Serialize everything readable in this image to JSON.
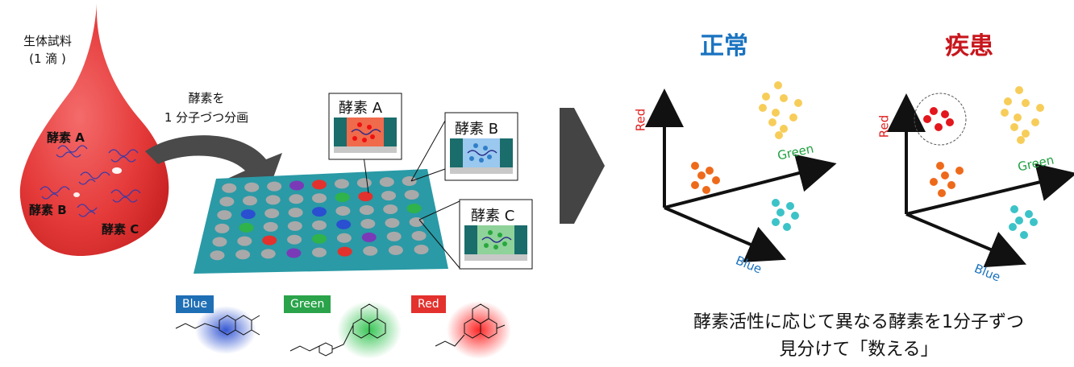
{
  "sample": {
    "line1": "生体試料",
    "line2": "(1 滴 )"
  },
  "step": {
    "line1": "酵素を",
    "line2": "1 分子づつ分画"
  },
  "drop_enzymes": {
    "a": "酵素 A",
    "b": "酵素 B",
    "c": "酵素 C"
  },
  "callouts": {
    "a": "酵素 A",
    "b": "酵素 B",
    "c": "酵素 C"
  },
  "dyes": [
    {
      "label": "Blue",
      "color": "#1f6fb5"
    },
    {
      "label": "Green",
      "color": "#2aa34a"
    },
    {
      "label": "Red",
      "color": "#e3312d"
    }
  ],
  "plots": {
    "normal": {
      "title": "正常",
      "title_color": "#1a73c0"
    },
    "disease": {
      "title": "疾患",
      "title_color": "#c8161d"
    },
    "axes": {
      "red": "Red",
      "green": "Green",
      "blue": "Blue"
    },
    "axis_colors": {
      "red": "#e02020",
      "green": "#20a040",
      "blue": "#1a73c0"
    }
  },
  "cluster_colors": {
    "yellow": "#f7cd5a",
    "orange": "#ee6a1b",
    "cyan": "#3cc3c8",
    "red": "#e3161d"
  },
  "conclusion": {
    "line1": "酵素活性に応じて異なる酵素を1分子ずつ",
    "line2": "見分けて「数える」"
  }
}
